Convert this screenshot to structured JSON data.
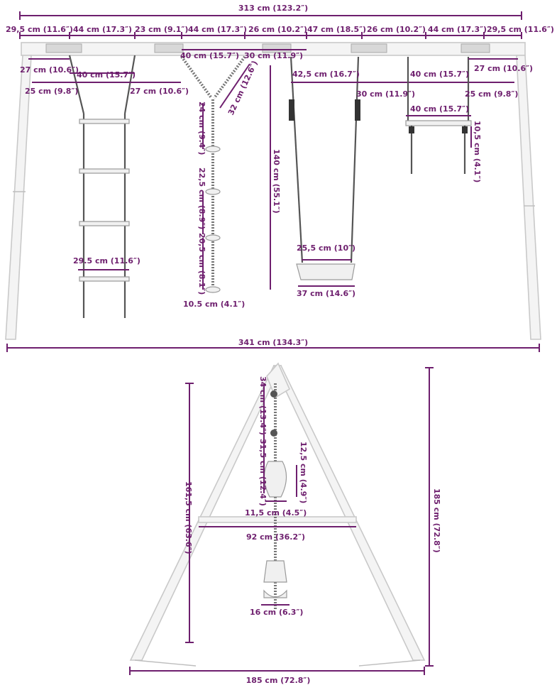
{
  "front_view": {
    "overall_top": "313 cm (123.2″)",
    "overall_bottom": "341 cm (134.3″)",
    "top_segments": [
      "29,5 cm (11.6″)",
      "44 cm (17.3″)",
      "23 cm (9.1″)",
      "44 cm (17.3″)",
      "26 cm (10.2″)",
      "47 cm (18.5″)",
      "26 cm (10.2″)",
      "44 cm (17.3″)",
      "29,5 cm (11.6″)"
    ],
    "ladder": {
      "offset_top": "27 cm (10.6″)",
      "width_top": "40 cm (15.7″)",
      "offset_left": "25 cm (9.8″)",
      "offset_right": "27 cm (10.6″)",
      "rung_width": "29.5 cm (11.6″)"
    },
    "climbing_rope": {
      "top_width": "40 cm (15.7″)",
      "branch": "32 cm (12.6″)",
      "seg1": "24 cm (9.4″)",
      "seg2": "22,5 cm (8.9″)",
      "seg3": "20,5 cm (8.1″)",
      "disc": "10.5 cm (4.1″)"
    },
    "swing": {
      "mount_width": "30 cm (11.9″)",
      "height": "140 cm (55.1″)",
      "rope_width": "42,5 cm (16.7″)",
      "offset_mid": "30 cm (11.9″)",
      "seat_inner": "25,5 cm (10″)",
      "seat_outer": "37 cm (14.6″)"
    },
    "trapeze": {
      "top_width": "40 cm (15.7″)",
      "offset_right": "27 cm (10.6″)",
      "offset_left": "25 cm (9.8″)",
      "bar_width": "40 cm (15.7″)",
      "ring_height": "10,5 cm (4.1″)"
    }
  },
  "side_view": {
    "rope_top": "34 cm (13.4″)",
    "rope_mid": "31,5 cm (12.4″)",
    "handle_h": "12,5 cm (4.9″)",
    "handle_w": "11,5 cm (4.5″)",
    "inner_height": "161,5 cm (63.6″)",
    "outer_height": "185 cm (72.8″)",
    "crossbar": "92 cm (36.2″)",
    "seat_depth": "16 cm (6.3″)",
    "base_width": "185 cm (72.8″)"
  }
}
